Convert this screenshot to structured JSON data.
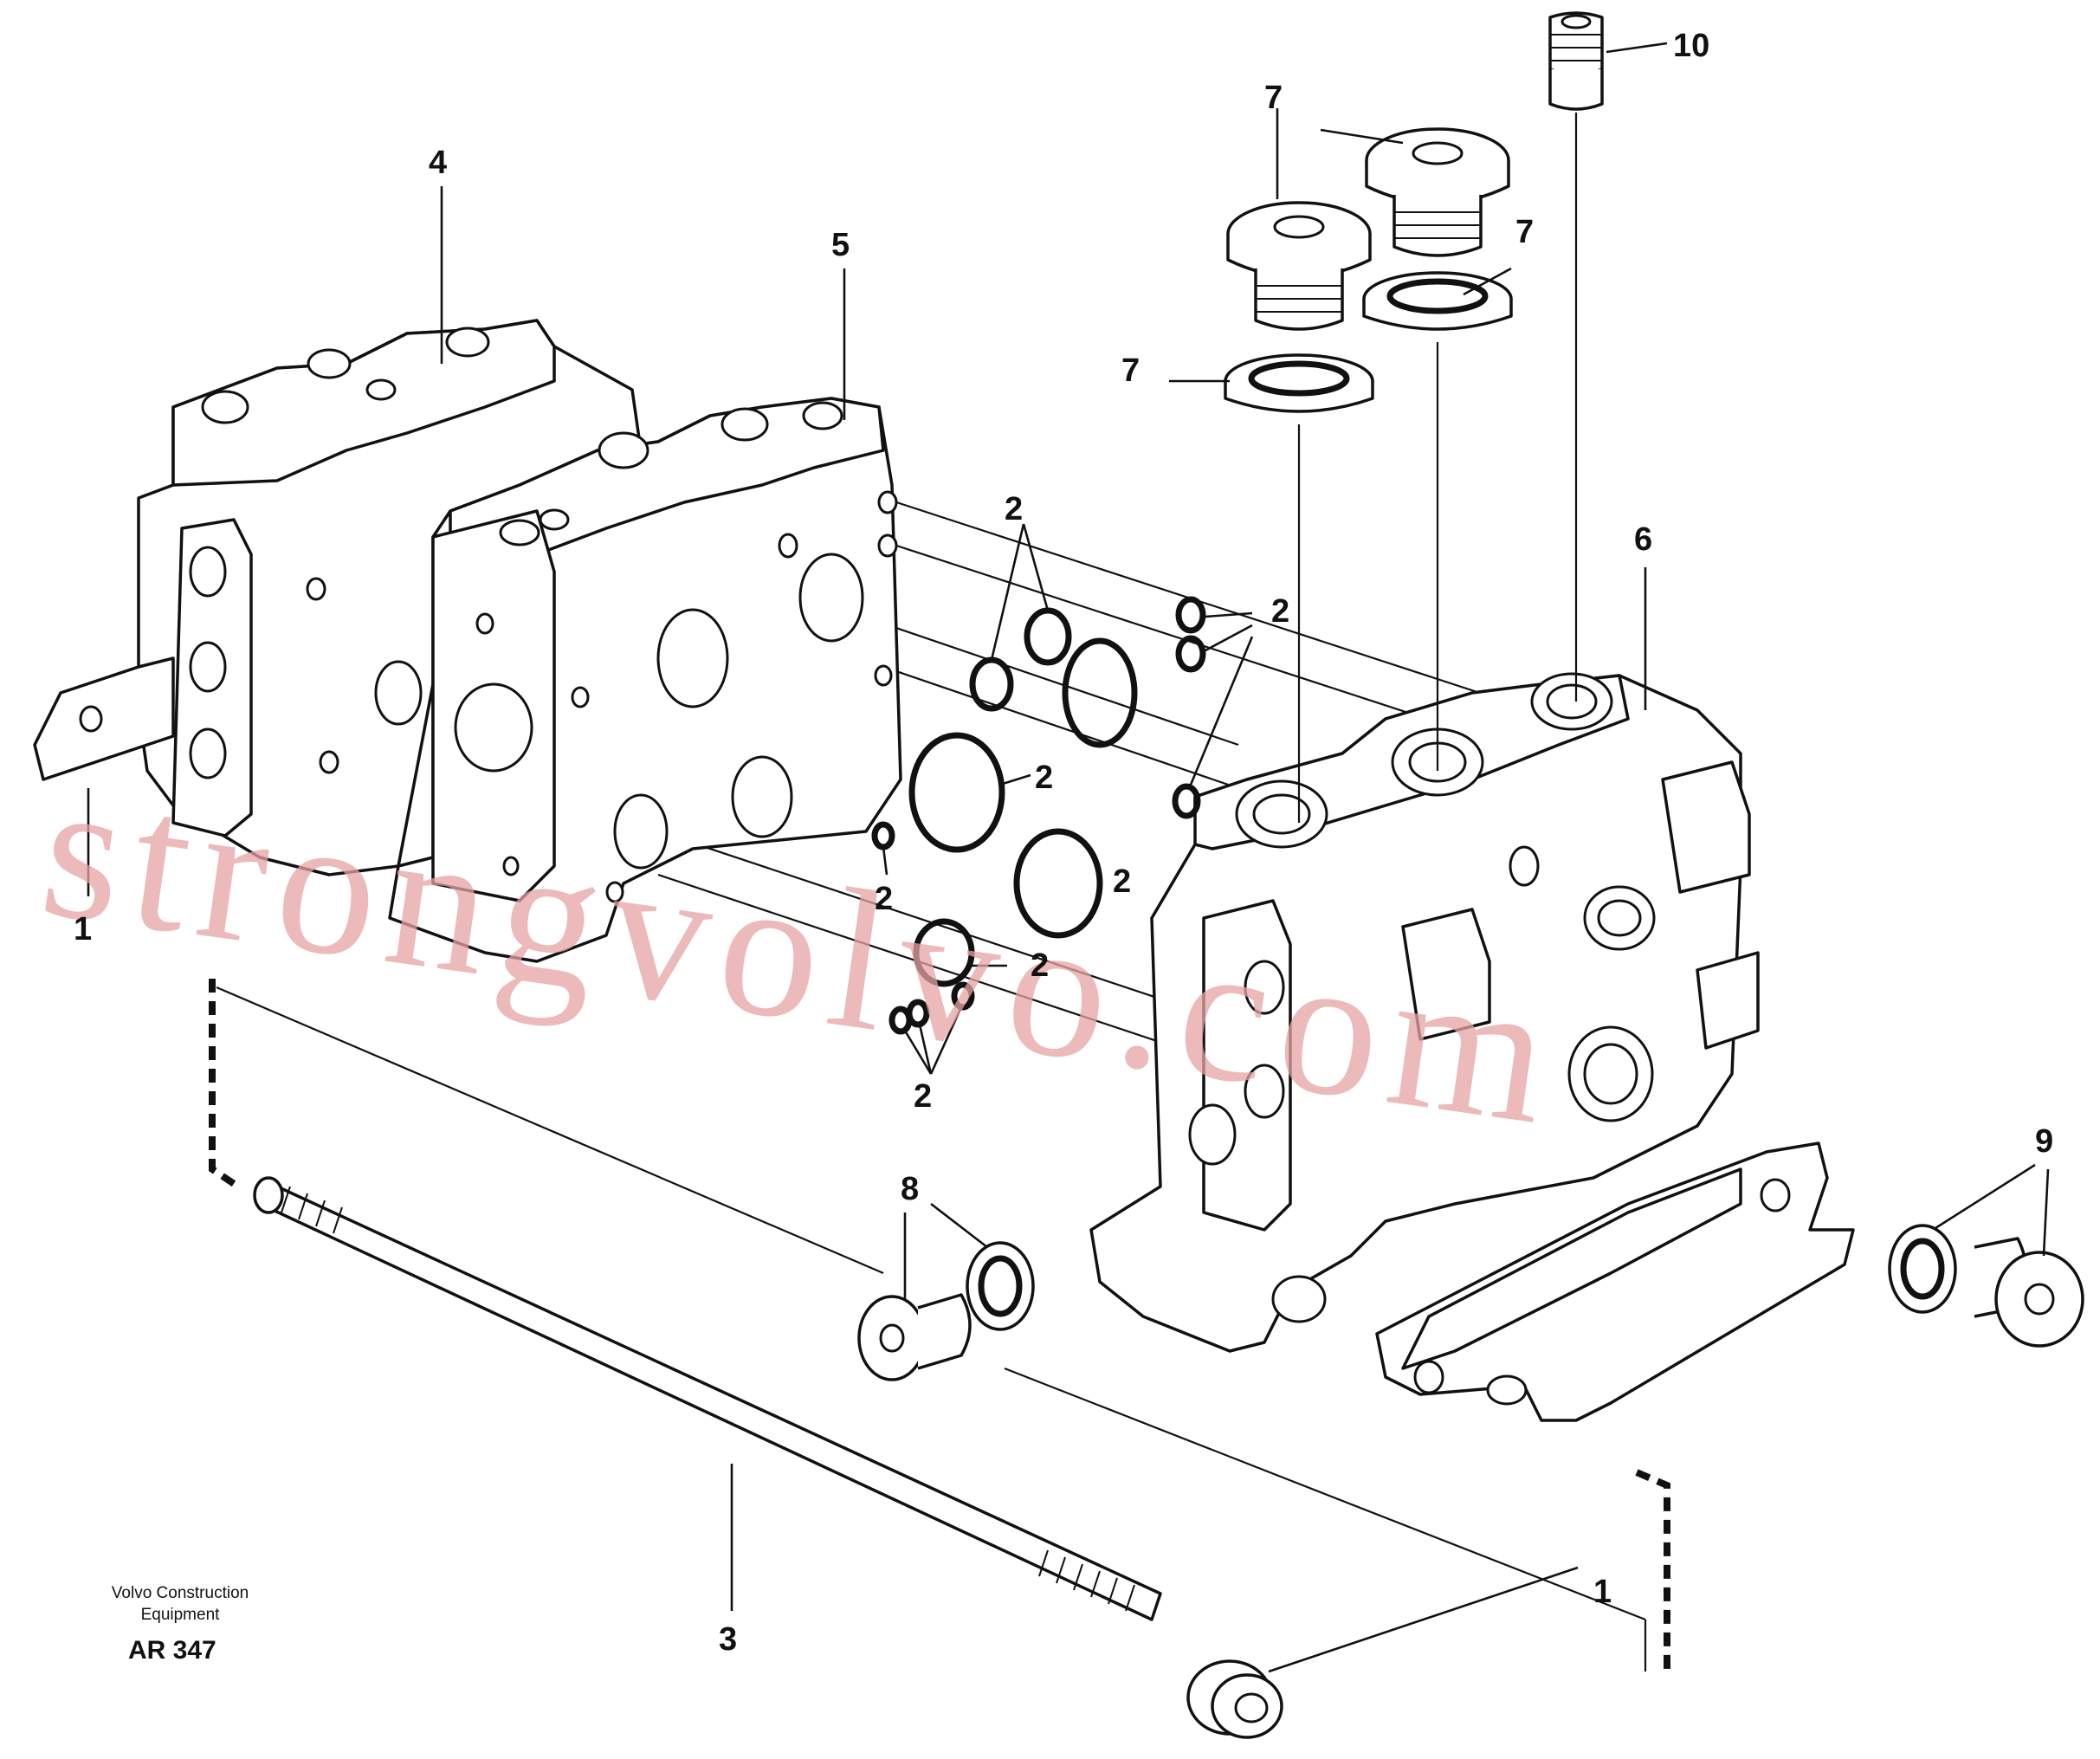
{
  "callouts": {
    "c1_left": "1",
    "c1_bottom": "1",
    "c2": "2",
    "c3": "3",
    "c4": "4",
    "c5": "5",
    "c6": "6",
    "c7": "7",
    "c8": "8",
    "c9": "9",
    "c10": "10"
  },
  "footer": {
    "company_line1": "Volvo Construction",
    "company_line2": "Equipment",
    "figure_ref": "AR 347"
  },
  "watermark": "strongvolvo.com",
  "colors": {
    "line": "#111111",
    "watermark": "#e6a3a3",
    "background": "#ffffff"
  }
}
